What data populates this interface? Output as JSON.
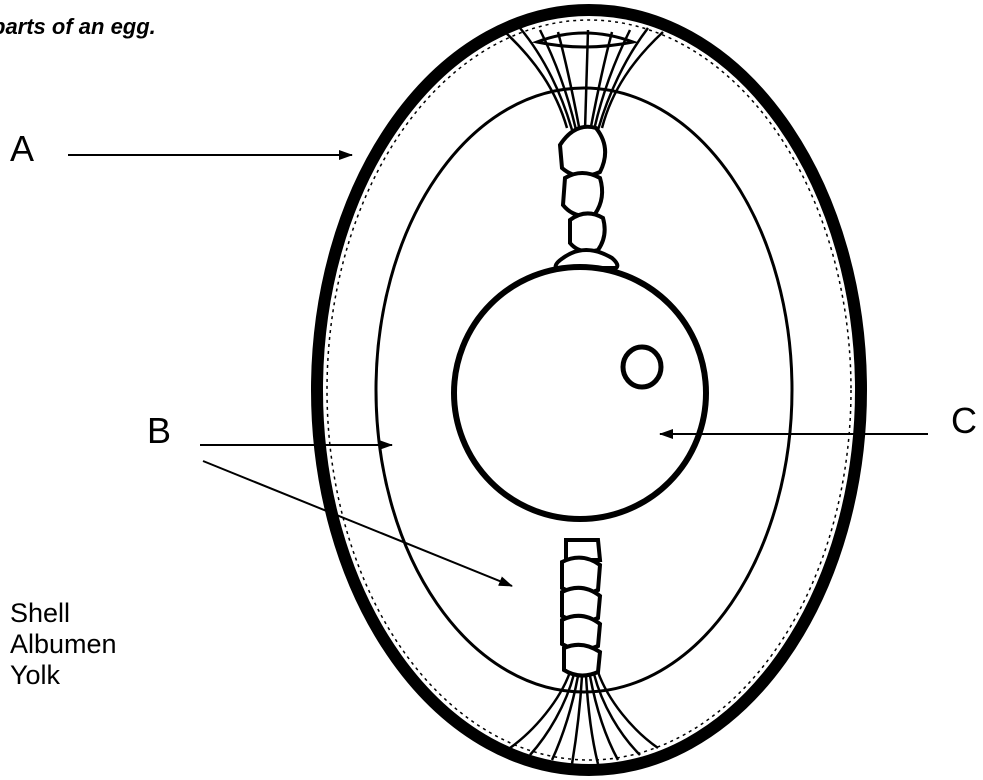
{
  "title": "parts of an egg.",
  "labels": {
    "a": "A",
    "b": "B",
    "c": "C"
  },
  "word_bank": [
    "Shell",
    "Albumen",
    "Yolk"
  ]
}
